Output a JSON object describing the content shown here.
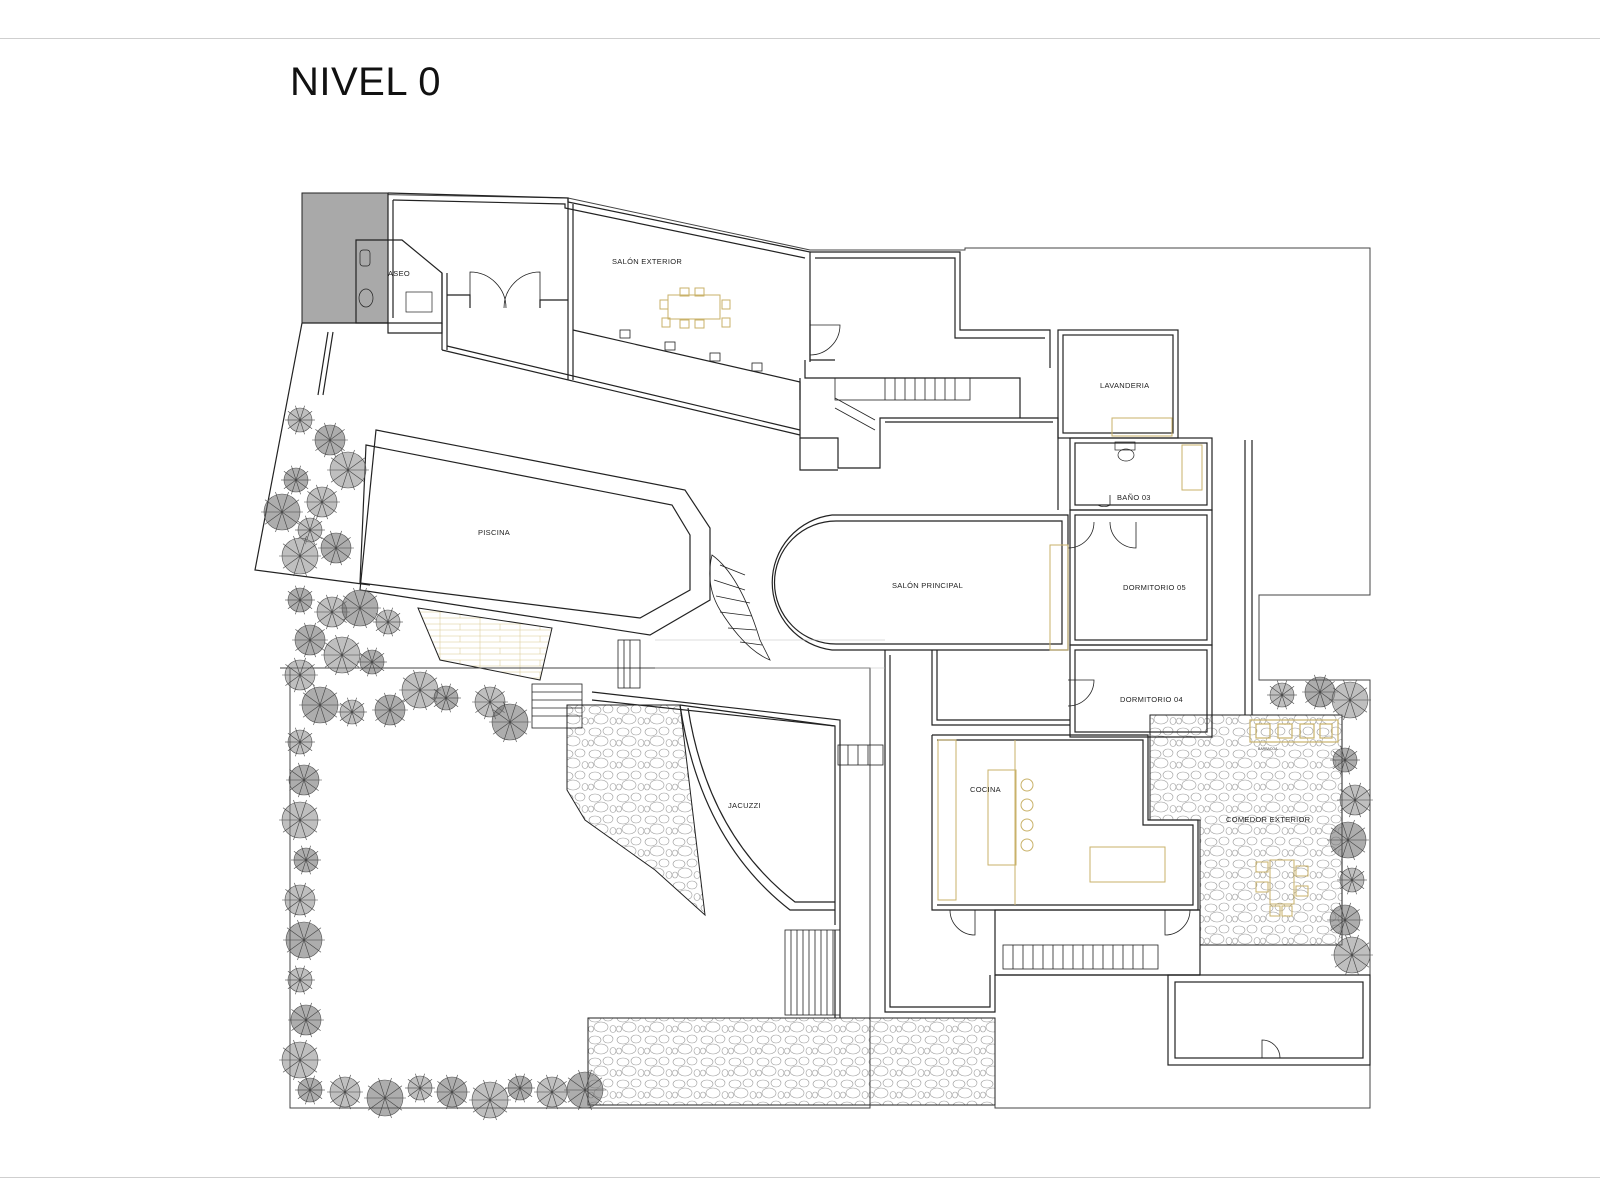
{
  "drawing": {
    "title": "NIVEL 0",
    "accent_furniture_color": "#c9b26a",
    "wall_color": "#222222",
    "hatch_color": "#8f8f8f",
    "vegetation_color": "#555555"
  },
  "rooms": {
    "aseo": "ASEO",
    "salon_exterior": "SALÓN EXTERIOR",
    "lavanderia": "LAVANDERIA",
    "bano_03": "BAÑO 03",
    "piscina": "PISCINA",
    "salon_principal": "SALÓN PRINCIPAL",
    "dormitorio_05": "DORMITORIO 05",
    "dormitorio_04": "DORMITORIO 04",
    "cocina": "COCINA",
    "jacuzzi": "JACUZZI",
    "comedor_exterior": "COMEDOR EXTERIOR",
    "barbacoa": "BARBACOA"
  }
}
